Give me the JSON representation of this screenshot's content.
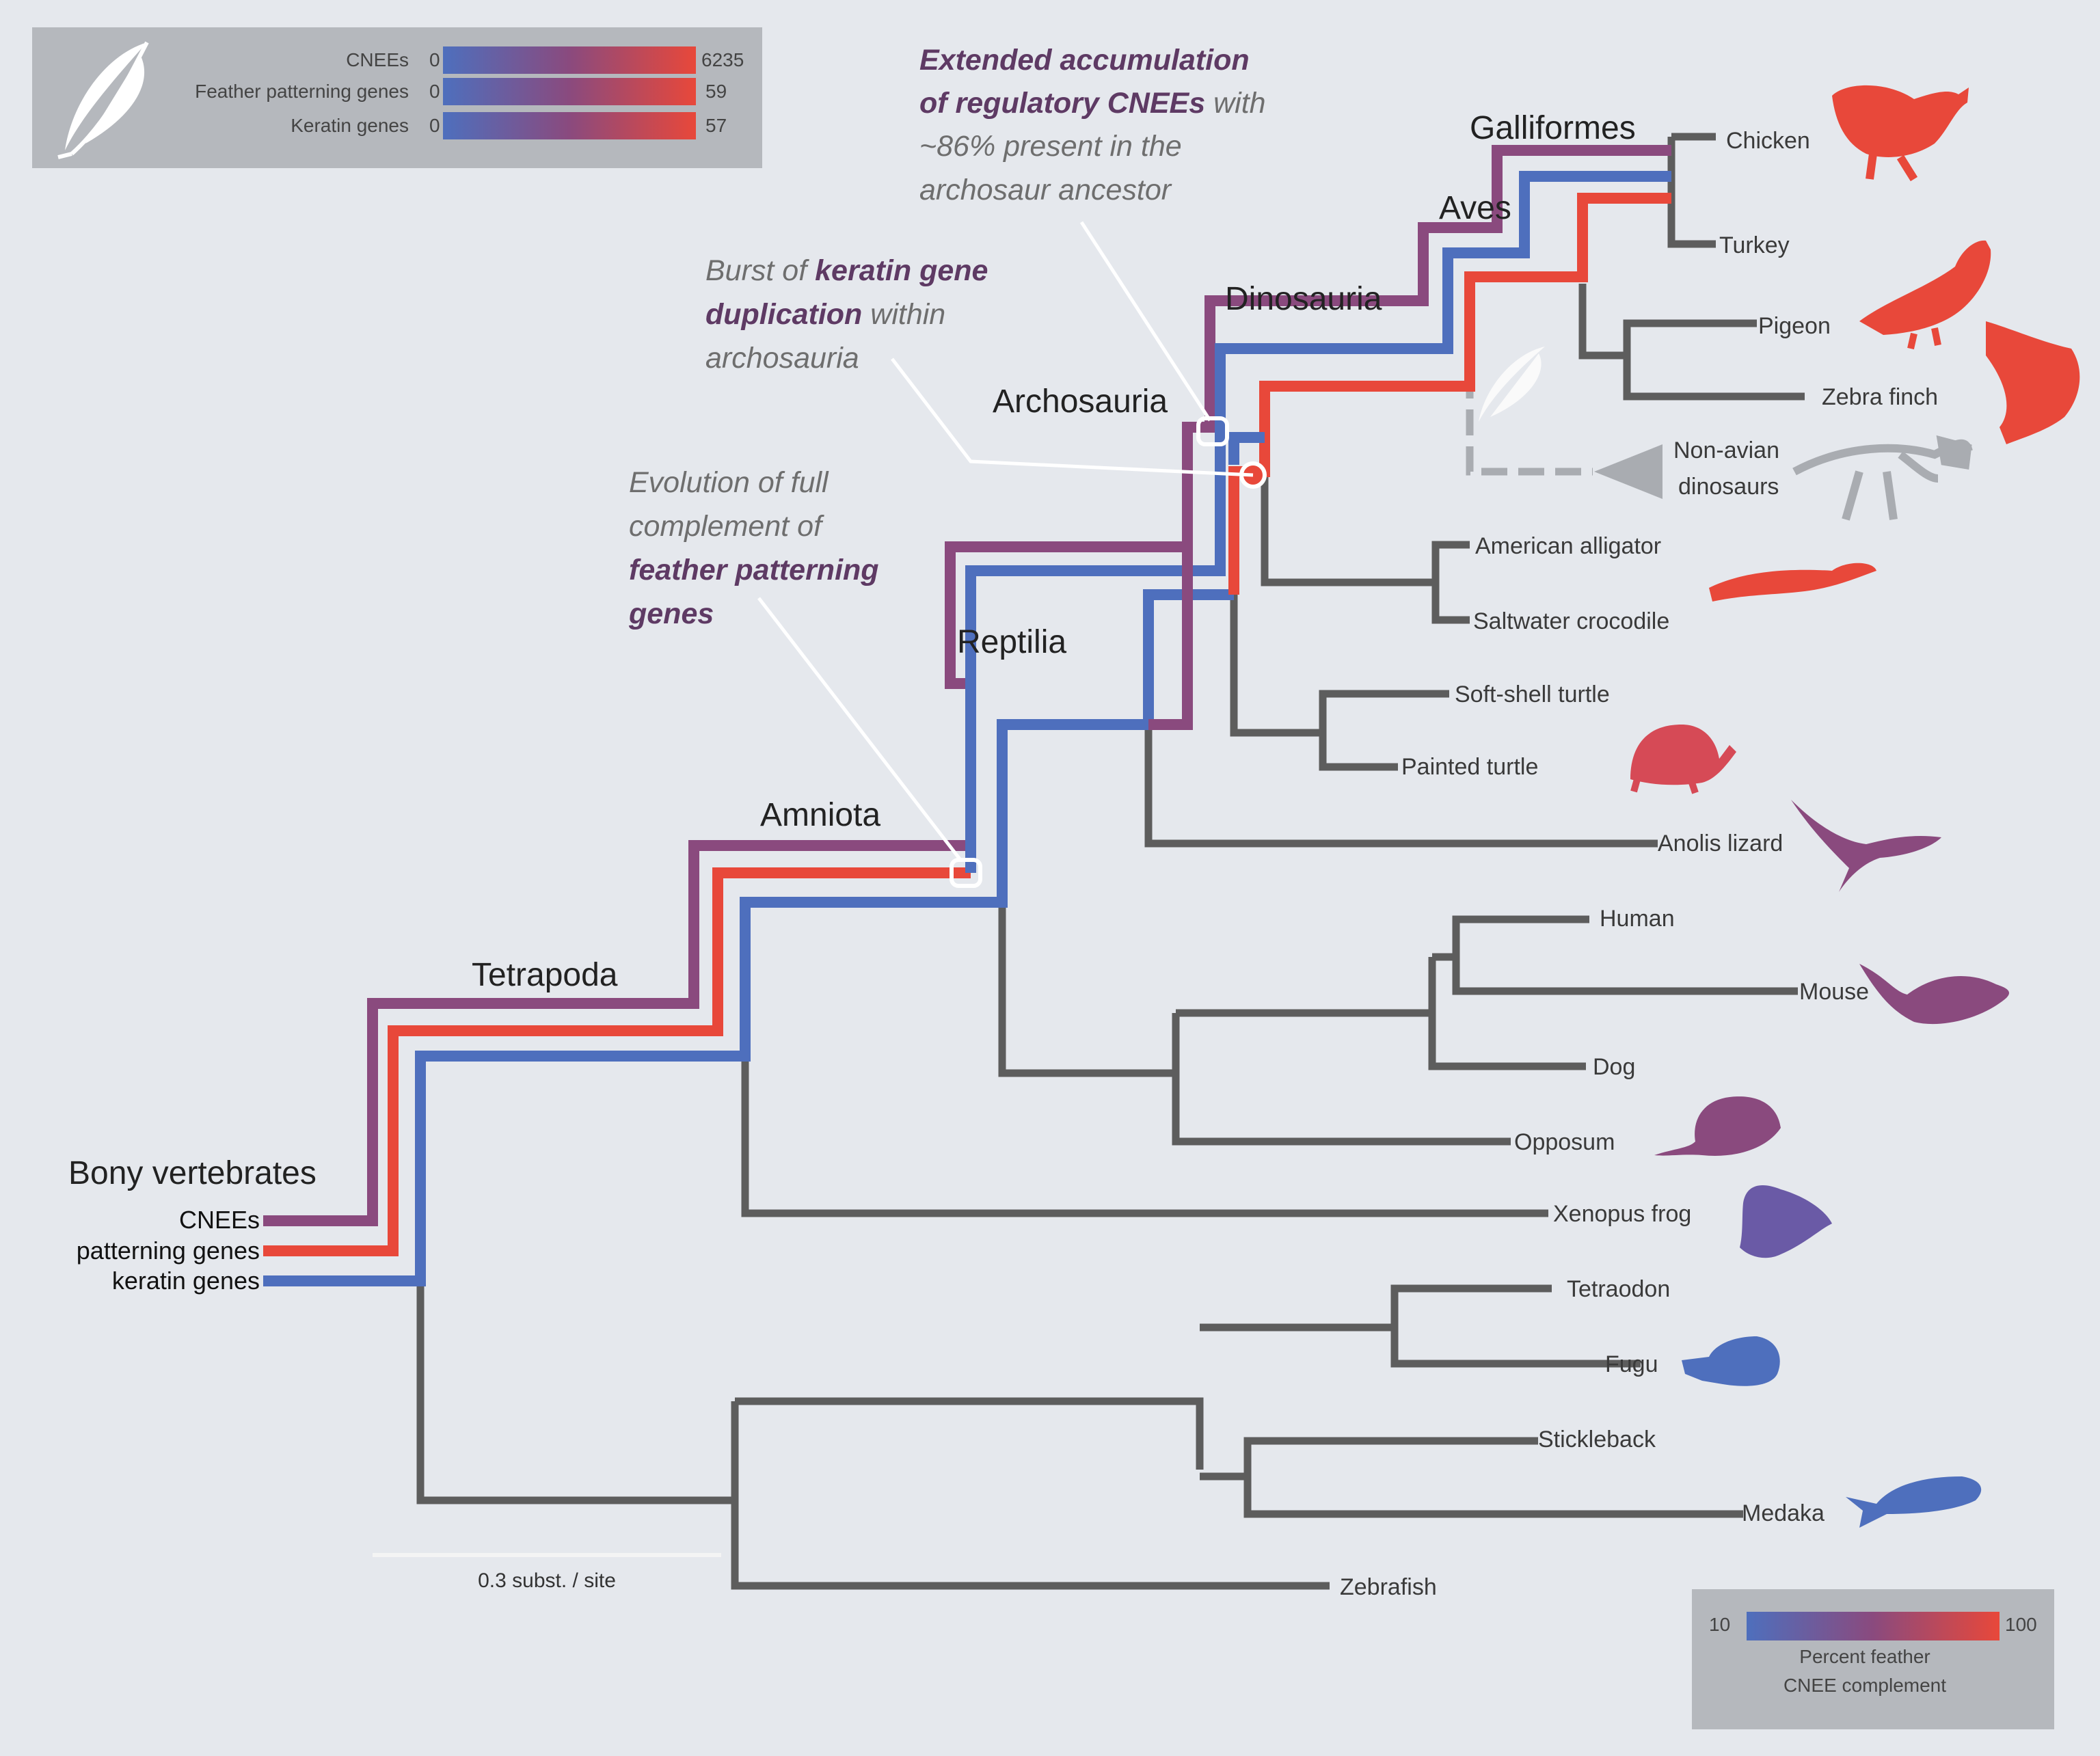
{
  "legend_top": {
    "rows": [
      {
        "label": "CNEEs",
        "min": "0",
        "max": "6235"
      },
      {
        "label": "Feather patterning genes",
        "min": "0",
        "max": "59"
      },
      {
        "label": "Keratin genes",
        "min": "0",
        "max": "57"
      }
    ]
  },
  "legend_bottom": {
    "min": "10",
    "max": "100",
    "line1": "Percent feather",
    "line2": "CNEE complement"
  },
  "colors": {
    "background": "#e5e8ed",
    "branch": "#5d5d5d",
    "blue": "#4e6fbd",
    "purple": "#8a4a7e",
    "red": "#e8483a",
    "legend_box": "#b5b8bd"
  },
  "root_label": "Bony vertebrates",
  "track_labels": [
    "CNEEs",
    "patterning genes",
    "keratin genes"
  ],
  "clades": [
    "Tetrapoda",
    "Amniota",
    "Reptilia",
    "Archosauria",
    "Dinosauria",
    "Aves",
    "Galliformes"
  ],
  "taxa": [
    {
      "name": "Chicken",
      "icon": "chicken-silhouette-icon"
    },
    {
      "name": "Turkey",
      "icon": ""
    },
    {
      "name": "Pigeon",
      "icon": "pigeon-silhouette-icon"
    },
    {
      "name": "Zebra finch",
      "icon": "zebra-finch-silhouette-icon"
    },
    {
      "name": "Non-avian dinosaurs",
      "line1": "Non-avian",
      "line2": "dinosaurs",
      "icon": "dinosaur-skeleton-icon"
    },
    {
      "name": "American alligator",
      "icon": ""
    },
    {
      "name": "Saltwater crocodile",
      "icon": "crocodile-silhouette-icon"
    },
    {
      "name": "Soft-shell turtle",
      "icon": ""
    },
    {
      "name": "Painted turtle",
      "icon": "turtle-silhouette-icon"
    },
    {
      "name": "Anolis lizard",
      "icon": "lizard-silhouette-icon"
    },
    {
      "name": "Human",
      "icon": ""
    },
    {
      "name": "Mouse",
      "icon": "mouse-silhouette-icon"
    },
    {
      "name": "Dog",
      "icon": ""
    },
    {
      "name": "Opposum",
      "icon": "opossum-silhouette-icon"
    },
    {
      "name": "Xenopus frog",
      "icon": "frog-silhouette-icon"
    },
    {
      "name": "Tetraodon",
      "icon": ""
    },
    {
      "name": "Fugu",
      "icon": "pufferfish-silhouette-icon"
    },
    {
      "name": "Stickleback",
      "icon": ""
    },
    {
      "name": "Medaka",
      "icon": "medaka-fish-silhouette-icon"
    },
    {
      "name": "Zebrafish",
      "icon": ""
    }
  ],
  "annotations": {
    "cnee": {
      "line1": "Extended accumulation",
      "line2a": "of regulatory CNEEs",
      "line2b": " with",
      "line3": "~86% present in the",
      "line4": "archosaur ancestor"
    },
    "keratin": {
      "line1a": "Burst of ",
      "line1b": "keratin gene",
      "line2a": "duplication",
      "line2b": " within",
      "line3": "archosauria"
    },
    "patterning": {
      "line1": "Evolution of full",
      "line2": "complement of",
      "line3": "feather patterning",
      "line4": "genes"
    }
  },
  "scale_bar": "0.3 subst. / site"
}
